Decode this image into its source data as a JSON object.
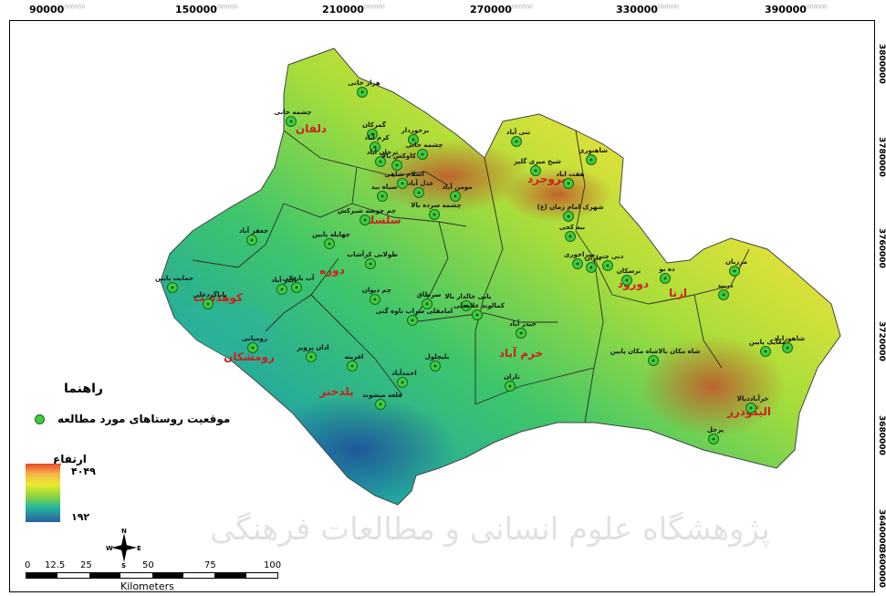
{
  "axes": {
    "top_ticks": [
      {
        "label": "90000",
        "suffix": "000000"
      },
      {
        "label": "150000",
        "suffix": "000000"
      },
      {
        "label": "210000",
        "suffix": "000000"
      },
      {
        "label": "270000",
        "suffix": "000000"
      },
      {
        "label": "330000",
        "suffix": "000000"
      },
      {
        "label": "390000",
        "suffix": "000000"
      }
    ],
    "right_ticks": [
      "3800000",
      "3780000",
      "3760000",
      "3720000",
      "3680000",
      "3640000",
      "3600000"
    ]
  },
  "counties": [
    {
      "name": "دلفان"
    },
    {
      "name": "بروجرد"
    },
    {
      "name": "سلسله"
    },
    {
      "name": "دوره"
    },
    {
      "name": "کوهدشت"
    },
    {
      "name": "رومشکان"
    },
    {
      "name": "پلدختر"
    },
    {
      "name": "خرم آباد"
    },
    {
      "name": "دورود"
    },
    {
      "name": "ازنا"
    },
    {
      "name": "الیگودرز"
    }
  ],
  "villages": [
    {
      "name": "هزار خانی"
    },
    {
      "name": "چشمه خانی"
    },
    {
      "name": "گمرکان"
    },
    {
      "name": "کرم آباد"
    },
    {
      "name": "برخوردار"
    },
    {
      "name": "چشمه خانی"
    },
    {
      "name": "ترخان آباد"
    },
    {
      "name": "کاوکش بالا"
    },
    {
      "name": "اسلام شاهی"
    },
    {
      "name": "مومن آباد"
    },
    {
      "name": "عدل آباد"
    },
    {
      "name": "سیاه بید"
    },
    {
      "name": "چشمه سرده بالا"
    },
    {
      "name": "چم جوشه شیرکش"
    },
    {
      "name": "جعفر آباد"
    },
    {
      "name": "چهاپله پایین"
    },
    {
      "name": "طولابی کرآشاب"
    },
    {
      "name": "حمایت پایین"
    },
    {
      "name": "باباگردعلی"
    },
    {
      "name": "اکبر آباد"
    },
    {
      "name": "آب باریکی"
    },
    {
      "name": "چم دیوان"
    },
    {
      "name": "سرطاق"
    },
    {
      "name": "پایی خالدار بالا"
    },
    {
      "name": "کمالوند علامعلی"
    },
    {
      "name": "امامقلی سراب ناوه گنی"
    },
    {
      "name": "رومیانی"
    },
    {
      "name": "افرینه"
    },
    {
      "name": "ادان پرویز"
    },
    {
      "name": "بلیچلول"
    },
    {
      "name": "حیدر آباد"
    },
    {
      "name": "احمدآباد"
    },
    {
      "name": "قلعه میشوند"
    },
    {
      "name": "تاران"
    },
    {
      "name": "تنی آباد"
    },
    {
      "name": "شاهنوری"
    },
    {
      "name": "شیخ میری گلپر"
    },
    {
      "name": "هفت اباد"
    },
    {
      "name": "شهرک امام زمان (ع)"
    },
    {
      "name": "بیه کجی"
    },
    {
      "name": "میراخوری"
    },
    {
      "name": "داران"
    },
    {
      "name": "دنی چنی"
    },
    {
      "name": "ده نو"
    },
    {
      "name": "نرسکان"
    },
    {
      "name": "دربند"
    },
    {
      "name": "مرزیان"
    },
    {
      "name": "شاه مکان بالاشاه مکان پایین"
    },
    {
      "name": "شاهوزاباد"
    },
    {
      "name": "مغایک پایین"
    },
    {
      "name": "خرآباددبالا"
    },
    {
      "name": "پرجل"
    }
  ],
  "legend": {
    "title": "راهنما",
    "village_label": "موقعیت روستاهای مورد مطالعه",
    "elevation_title": "ارتفاع",
    "elevation_max": "۴۰۴۹",
    "elevation_min": "۱۹۲"
  },
  "scale_bar": {
    "labels": [
      "0",
      "12.5",
      "25",
      "50",
      "75",
      "100"
    ],
    "unit": "Kilometers"
  },
  "compass": {
    "n": "N",
    "s": "S",
    "e": "E",
    "w": "W"
  },
  "watermark": "پژوهشگاه علوم انسانی و مطالعات فرهنگی",
  "colors": {
    "village_marker": "#3ecb3e",
    "county_label": "#cc1f1f",
    "elevation_high": "#e8492b",
    "elevation_low": "#2a5fa2"
  }
}
